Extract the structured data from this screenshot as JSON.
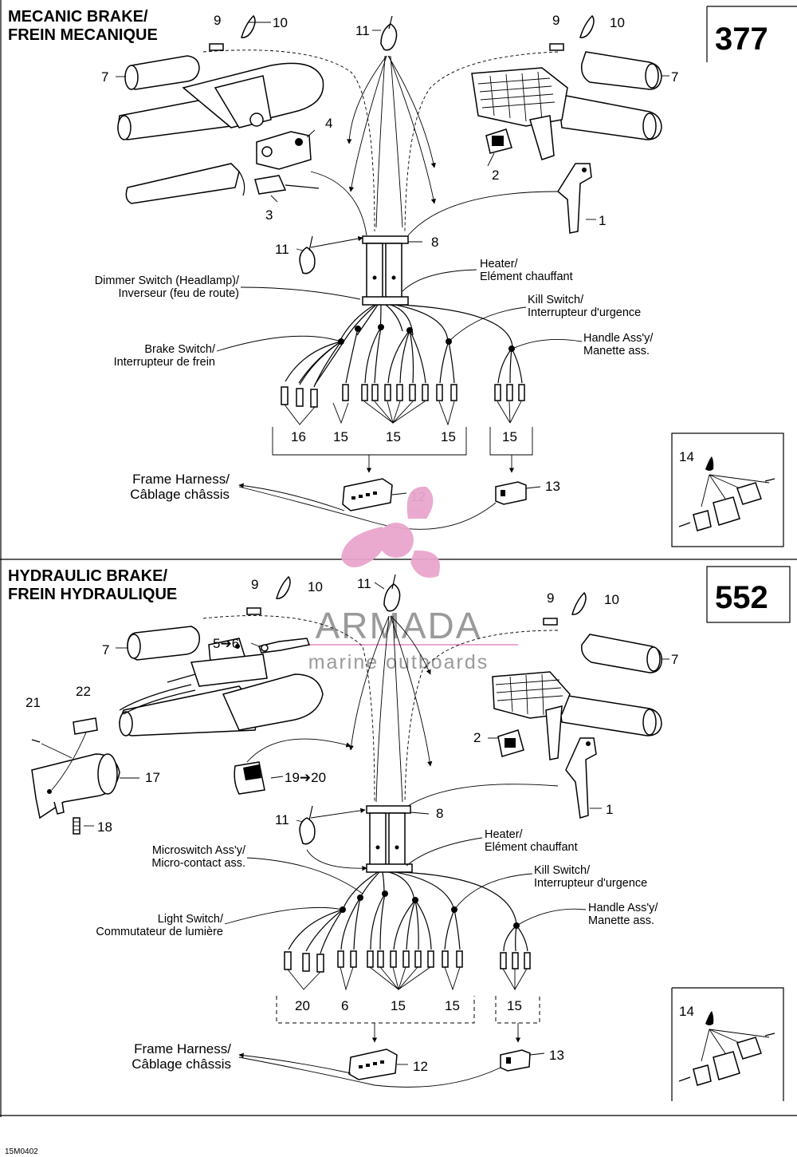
{
  "top": {
    "title_line1": "MECANIC BRAKE/",
    "title_line2": "FREIN MECANIQUE",
    "code": "377",
    "callouts": {
      "n1": "1",
      "n2": "2",
      "n3": "3",
      "n4": "4",
      "n7a": "7",
      "n7b": "7",
      "n8": "8",
      "n9a": "9",
      "n9b": "9",
      "n10a": "10",
      "n10b": "10",
      "n11a": "11",
      "n11b": "11",
      "n12": "12",
      "n13": "13",
      "n14": "14",
      "n15a": "15",
      "n15b": "15",
      "n15c": "15",
      "n15d": "15",
      "n16": "16"
    },
    "labels": {
      "dimmer_en": "Dimmer Switch (Headlamp)/",
      "dimmer_fr": "Inverseur (feu de route)",
      "brake_en": "Brake Switch/",
      "brake_fr": "Interrupteur de frein",
      "heater_en": "Heater/",
      "heater_fr": "Elément chauffant",
      "kill_en": "Kill Switch/",
      "kill_fr": "Interrupteur d'urgence",
      "handle_en": "Handle Ass'y/",
      "handle_fr": "Manette ass.",
      "frame_en": "Frame Harness/",
      "frame_fr": "Câblage châssis"
    }
  },
  "bottom": {
    "title_line1": "HYDRAULIC BRAKE/",
    "title_line2": "FREIN HYDRAULIQUE",
    "code": "552",
    "callouts": {
      "n1": "1",
      "n2": "2",
      "n5": "5➔6",
      "n7a": "7",
      "n7b": "7",
      "n8": "8",
      "n9a": "9",
      "n9b": "9",
      "n10a": "10",
      "n10b": "10",
      "n11a": "11",
      "n11b": "11",
      "n12": "12",
      "n13": "13",
      "n14": "14",
      "n15a": "15",
      "n15b": "15",
      "n15c": "15",
      "n6": "6",
      "n17": "17",
      "n18": "18",
      "n19": "19➔20",
      "n20": "20",
      "n21": "21",
      "n22": "22"
    },
    "labels": {
      "micro_en": "Microswitch Ass'y/",
      "micro_fr": "Micro-contact ass.",
      "light_en": "Light Switch/",
      "light_fr": "Commutateur de lumière",
      "heater_en": "Heater/",
      "heater_fr": "Elément chauffant",
      "kill_en": "Kill Switch/",
      "kill_fr": "Interrupteur d'urgence",
      "handle_en": "Handle Ass'y/",
      "handle_fr": "Manette ass.",
      "frame_en": "Frame Harness/",
      "frame_fr": "Câblage châssis"
    }
  },
  "watermark": {
    "brand": "ARMADA",
    "tagline": "marine outboards",
    "color_pink": "#e9a6cd",
    "color_gray": "#9a9a9a"
  },
  "footer": {
    "ref": "15M0402"
  }
}
